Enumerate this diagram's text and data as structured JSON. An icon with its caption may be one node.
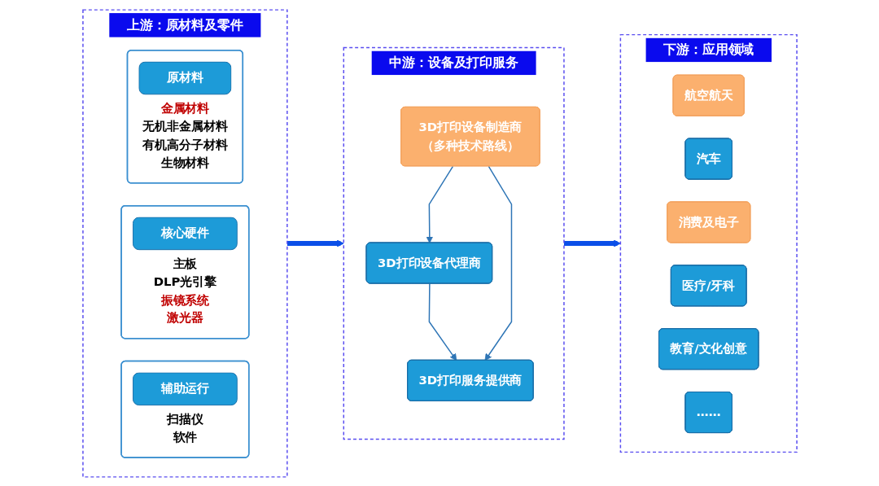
{
  "diagram": {
    "nodes": [
      {
        "text": [
          "上游：原材料及零件"
        ]
      },
      {
        "text": [
          "原材料",
          "金属材料",
          "无机非金属材料",
          "有机高分子材料",
          "生物材料"
        ],
        "in": 0
      },
      {
        "text": [
          "核心硬件",
          "主板",
          "DLP光引擎",
          "振镜系统",
          "激光器"
        ],
        "in": 0
      },
      {
        "text": [
          "辅助运行",
          "扫描仪",
          "软件"
        ],
        "in": 0
      },
      {
        "text": [
          "中游：设备及打印服务"
        ]
      },
      {
        "text": [
          "3D打印设备制造商（多种技术路线）"
        ],
        "in": 4
      },
      {
        "text": [
          "3D打印设备代理商"
        ],
        "in": 4
      },
      {
        "text": [
          "3D打印服务提供商"
        ],
        "in": 4
      },
      {
        "text": [
          "下游：应用领域"
        ]
      },
      {
        "text": [
          "航空航天"
        ],
        "in": 8
      },
      {
        "text": [
          "汽车"
        ],
        "in": 8
      },
      {
        "text": [
          "消费及电子"
        ],
        "in": 8
      },
      {
        "text": [
          "医疗/牙科"
        ],
        "in": 8
      },
      {
        "text": [
          "教育/文化创意"
        ],
        "in": 8
      },
      {
        "text": [
          "……"
        ],
        "in": 8
      }
    ],
    "edges": [
      {
        "from": 0,
        "to": 4,
        "arrow": "to",
        "style": "thick",
        "color": "#0b4fe8"
      },
      {
        "from": 5,
        "to": 6,
        "arrow": "to"
      },
      {
        "from": 6,
        "to": 7,
        "arrow": "to"
      },
      {
        "from": 5,
        "to": 7,
        "arrow": "to"
      },
      {
        "from": 4,
        "to": 8,
        "arrow": "to",
        "style": "thick",
        "color": "#0b4fe8"
      }
    ]
  }
}
